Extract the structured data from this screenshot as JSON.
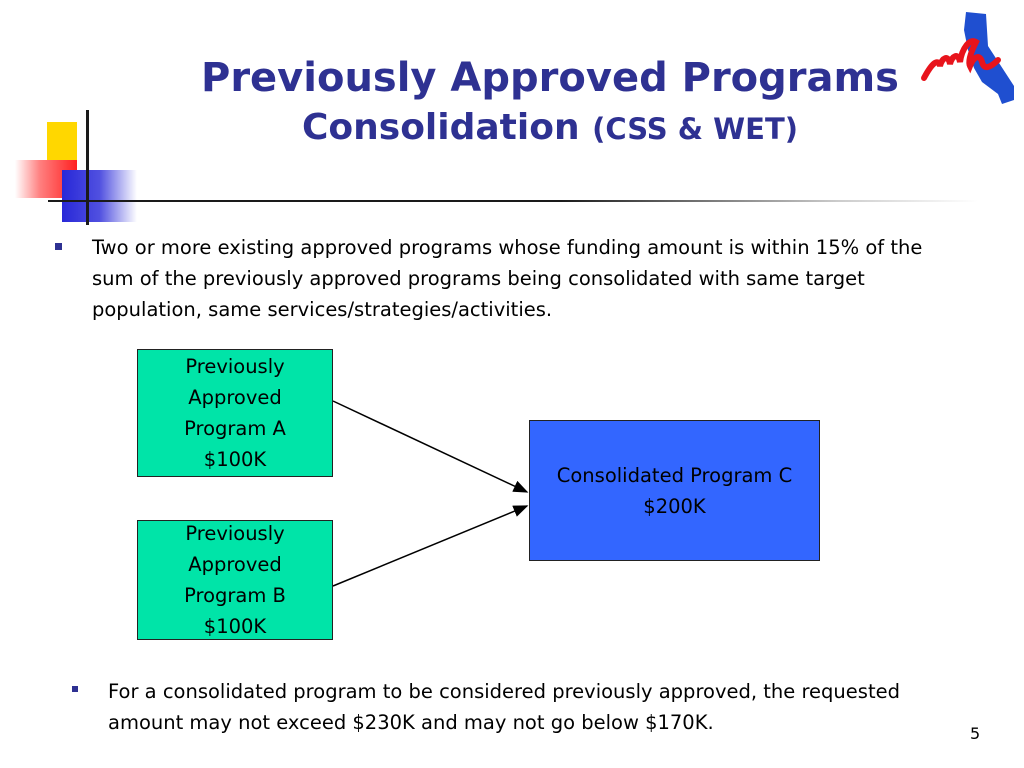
{
  "slide": {
    "title_line1": "Previously Approved Programs",
    "title_line2": "Consolidation",
    "title_suffix": "(CSS & WET)",
    "bullet1": "Two or more existing approved programs whose funding amount is within 15% of the sum of the previously approved programs being consolidated with same target population, same services/strategies/activities.",
    "bullet2": "For a consolidated program to be considered previously approved, the requested amount may not exceed $230K and may not go below $170K.",
    "page_number": "5"
  },
  "diagram": {
    "box_a": {
      "line1": "Previously",
      "line2": "Approved",
      "line3": "Program A",
      "line4": "$100K"
    },
    "box_b": {
      "line1": "Previously",
      "line2": "Approved",
      "line3": "Program B",
      "line4": "$100K"
    },
    "box_c": {
      "line1": "Consolidated Program C",
      "line2": "$200K"
    }
  },
  "logo": {
    "text": "mh",
    "icon": "california-map-icon"
  },
  "colors": {
    "title": "#2e3192",
    "box_green": "#00e4a8",
    "box_blue": "#3366ff",
    "bullet": "#2e3192",
    "logo_red": "#e8141c",
    "logo_blue": "#1f4fd0"
  }
}
